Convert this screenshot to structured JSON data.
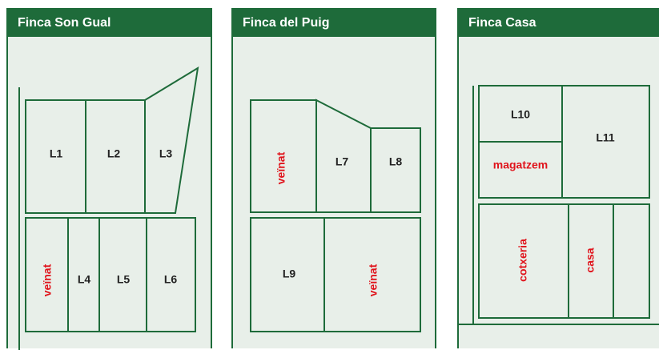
{
  "panels": [
    {
      "title": "Finca Son Gual",
      "plots": [
        {
          "label": "L1"
        },
        {
          "label": "L2"
        },
        {
          "label": "L3"
        },
        {
          "label": "veïnat"
        },
        {
          "label": "L4"
        },
        {
          "label": "L5"
        },
        {
          "label": "L6"
        }
      ]
    },
    {
      "title": "Finca del Puig",
      "plots": [
        {
          "label": "veïnat"
        },
        {
          "label": "L7"
        },
        {
          "label": "L8"
        },
        {
          "label": "L9"
        },
        {
          "label": "veïnat"
        }
      ]
    },
    {
      "title": "Finca Casa",
      "plots": [
        {
          "label": "L10"
        },
        {
          "label": "magatzem"
        },
        {
          "label": "L11"
        },
        {
          "label": "cotxeria"
        },
        {
          "label": "casa"
        }
      ]
    }
  ],
  "colors": {
    "accent": "#1e6b3a",
    "panel_background": "#e8efe9",
    "label": "#222222",
    "highlight_label": "#e0141c"
  }
}
